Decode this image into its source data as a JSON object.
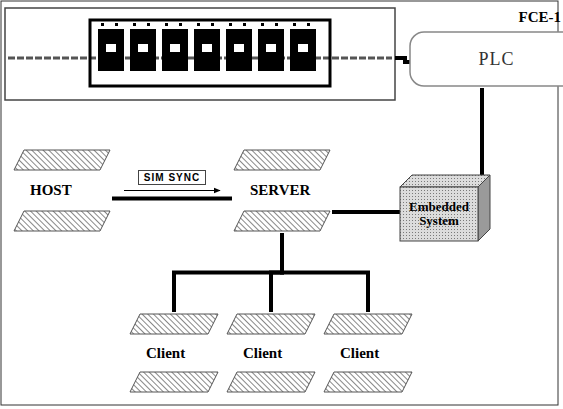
{
  "diagram": {
    "nodes": [
      {
        "text": [
          "FCE-1",
          "PLC"
        ]
      },
      {
        "text": [
          "HOST"
        ]
      },
      {
        "text": [
          "SERVER"
        ]
      },
      {
        "text": [
          "Embedded System"
        ]
      },
      {
        "text": [
          "Client"
        ]
      },
      {
        "text": [
          "Client"
        ]
      },
      {
        "text": [
          "Client"
        ]
      }
    ],
    "edges": [
      {
        "from": 0,
        "to": 3,
        "arrow": "none"
      },
      {
        "from": 1,
        "to": 2,
        "label": "SIM SYNC",
        "arrow": "none"
      },
      {
        "from": 2,
        "to": 3,
        "arrow": "none"
      },
      {
        "from": 2,
        "to": 4,
        "arrow": "none"
      },
      {
        "from": 2,
        "to": 5,
        "arrow": "none"
      },
      {
        "from": 2,
        "to": 6,
        "arrow": "none"
      }
    ]
  }
}
